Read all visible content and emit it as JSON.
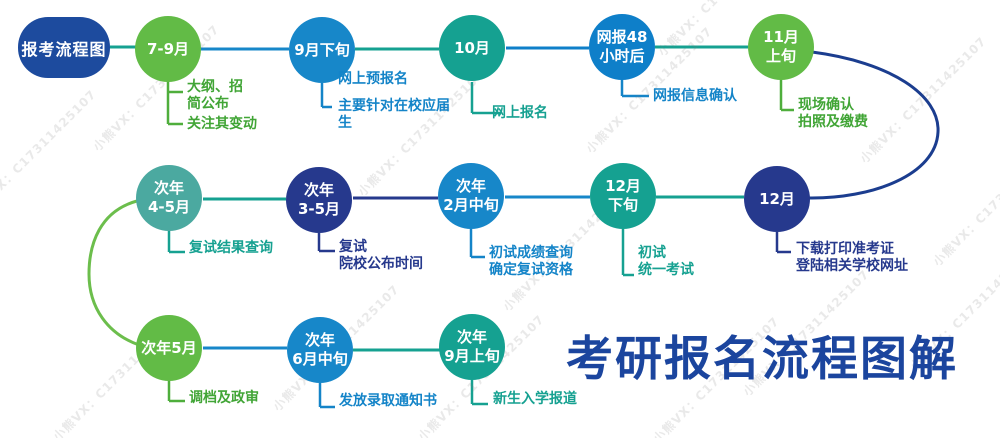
{
  "title": "考研报名流程图解",
  "start_label": "报考流程图",
  "watermark": "小熊VX：C17311425107",
  "colors": {
    "green": "#62BB46",
    "blue": "#1787C9",
    "teal": "#15A191",
    "navy": "#26398D",
    "seafoam": "#4BA9A0",
    "deep_blue": "#0E7FC9",
    "pill_navy": "#1D4B9E",
    "title_navy": "#1B459E"
  },
  "nodes": [
    {
      "id": "jul-sep",
      "label": "7-9月",
      "notes": [
        "大纲、招\n简公布",
        "关注其变动"
      ]
    },
    {
      "id": "late-sep",
      "label": "9月下旬",
      "notes": [
        "网上预报名",
        "主要针对在校应届\n生"
      ]
    },
    {
      "id": "oct",
      "label": "10月",
      "notes": [
        "网上报名"
      ]
    },
    {
      "id": "web-48h",
      "label": "网报48\n小时后",
      "notes": [
        "网报信息确认"
      ]
    },
    {
      "id": "early-nov",
      "label": "11月\n上旬",
      "notes": [
        "现场确认\n拍照及缴费"
      ]
    },
    {
      "id": "dec",
      "label": "12月",
      "notes": [
        "下载打印准考证\n登陆相关学校网址"
      ]
    },
    {
      "id": "late-dec",
      "label": "12月\n下旬",
      "notes": [
        "初试\n统一考试"
      ]
    },
    {
      "id": "mid-feb",
      "label": "次年\n2月中旬",
      "notes": [
        "初试成绩查询\n确定复试资格"
      ]
    },
    {
      "id": "mar-may",
      "label": "次年\n3-5月",
      "notes": [
        "复试\n院校公布时间"
      ]
    },
    {
      "id": "apr-may",
      "label": "次年\n4-5月",
      "notes": [
        "复试结果查询"
      ]
    },
    {
      "id": "may",
      "label": "次年5月",
      "notes": [
        "调档及政审"
      ]
    },
    {
      "id": "mid-jun",
      "label": "次年\n6月中旬",
      "notes": [
        "发放录取通知书"
      ]
    },
    {
      "id": "early-sep",
      "label": "次年\n9月上旬",
      "notes": [
        "新生入学报道"
      ]
    }
  ]
}
